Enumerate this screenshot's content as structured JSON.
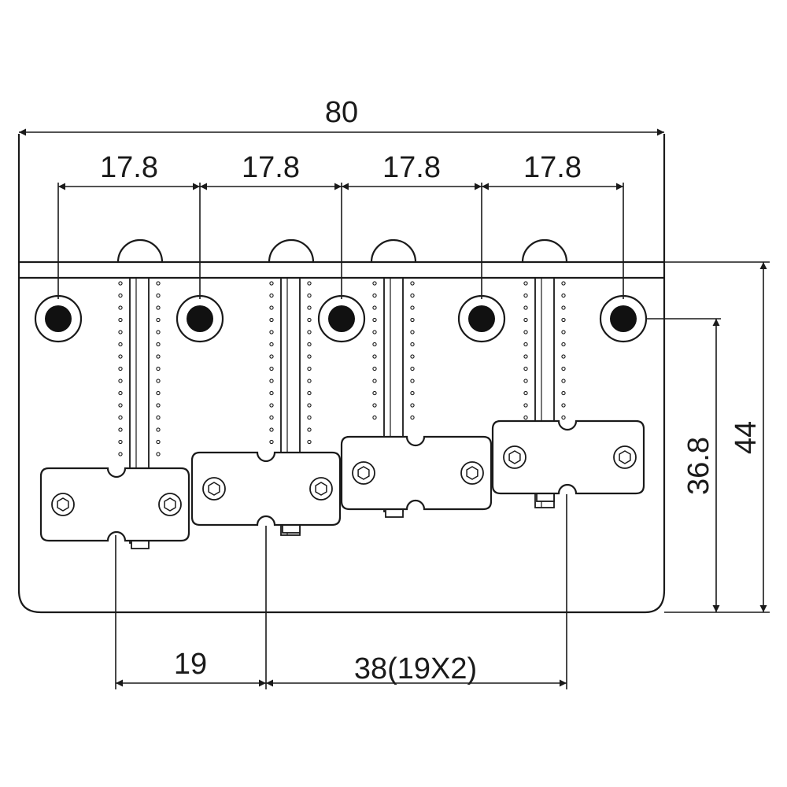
{
  "dimensions": {
    "overall_width": "80",
    "spacings": [
      "17.8",
      "17.8",
      "17.8",
      "17.8"
    ],
    "hole_height": "36.8",
    "overall_height": "44",
    "saddle_offset": "19",
    "saddle_span": "38(19X2)"
  },
  "colors": {
    "line": "#1a1a1a",
    "hole_fill": "#111111",
    "background": "#ffffff"
  }
}
